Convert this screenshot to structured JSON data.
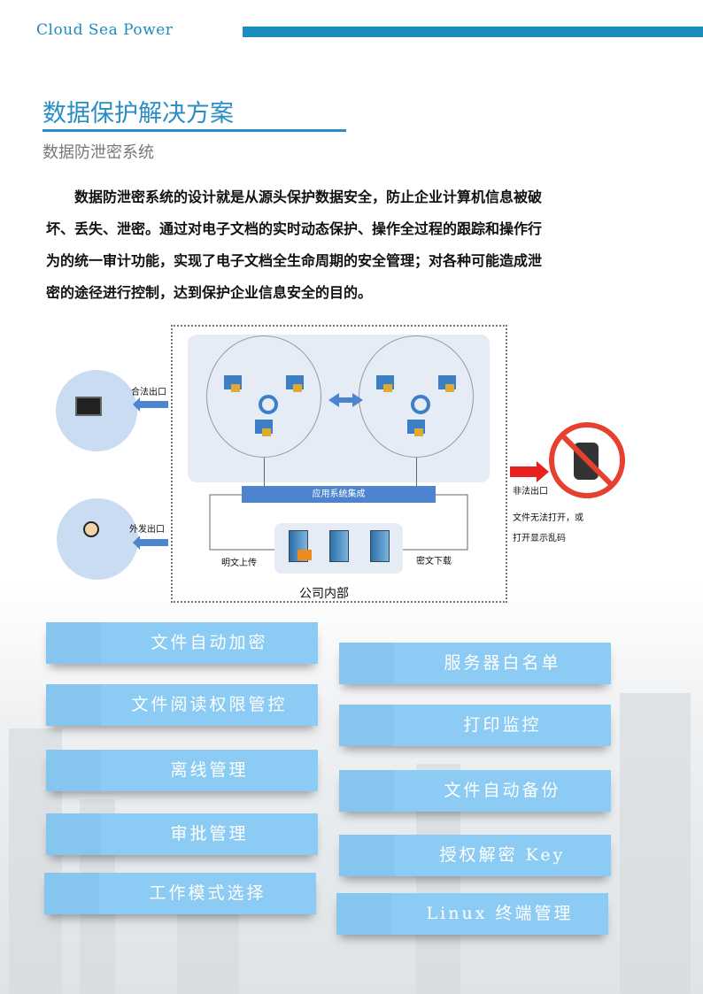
{
  "header": {
    "brand": "Cloud Sea Power"
  },
  "title": "数据保护解决方案",
  "subtitle": "数据防泄密系统",
  "paragraph": [
    "　　数据防泄密系统的设计就是从源头保护数据安全，防止企业计算机信息被破",
    "坏、丢失、泄密。通过对电子文档的实时动态保护、操作全过程的跟踪和操作行",
    "为的统一审计功能，实现了电子文档全生命周期的安全管理；对各种可能造成泄",
    "密的途径进行控制，达到保护企业信息安全的目的。"
  ],
  "diagram": {
    "legal_exit": "合法出口",
    "outgoing_exit": "外发出口",
    "integration": "应用系统集成",
    "plain_upload": "明文上传",
    "cipher_download": "密文下载",
    "company_internal": "公司内部",
    "illegal_exit": "非法出口",
    "illegal_note_1": "文件无法打开，或",
    "illegal_note_2": "打开显示乱码"
  },
  "features_left": [
    "文件自动加密",
    "文件阅读权限管控",
    "离线管理",
    "审批管理",
    "工作模式选择"
  ],
  "features_right": [
    "服务器白名单",
    "打印监控",
    "文件自动备份",
    "授权解密 Key",
    "Linux 终端管理"
  ],
  "colors": {
    "brand": "#1a8cc0",
    "button": "#8ccbf3",
    "band": "#4d84cf"
  }
}
